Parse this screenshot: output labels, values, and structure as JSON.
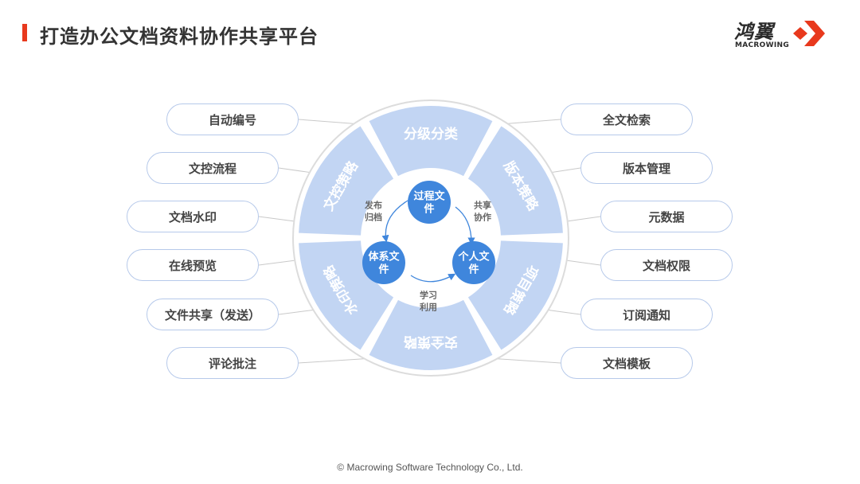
{
  "header": {
    "title": "打造办公文档资料协作共享平台"
  },
  "logo": {
    "name_cn": "鸿翼",
    "name_en": "MACROWING",
    "accent_color": "#e8391d"
  },
  "left_items": [
    "自动编号",
    "文控流程",
    "文档水印",
    "在线预览",
    "文件共享（发送）",
    "评论批注"
  ],
  "right_items": [
    "全文检索",
    "版本管理",
    "元数据",
    "文档权限",
    "订阅通知",
    "文档模板"
  ],
  "ring_segments": [
    "分级分类",
    "版本策略",
    "项目策略",
    "安全策略",
    "水印策略",
    "文控策略"
  ],
  "inner_nodes": {
    "process": [
      "过程文",
      "件"
    ],
    "system": [
      "体系文",
      "件"
    ],
    "personal": [
      "个人文",
      "件"
    ]
  },
  "flow_labels": {
    "publish": [
      "发布",
      "归档"
    ],
    "share": [
      "共享",
      "协作"
    ],
    "learn": [
      "学习",
      "利用"
    ]
  },
  "colors": {
    "ring": "#c2d5f3",
    "node": "#3f86dc",
    "pill_border": "#b6c9ea",
    "connector": "#c9c9c9"
  },
  "footer": {
    "copyright": "© Macrowing Software Technology Co., Ltd."
  }
}
